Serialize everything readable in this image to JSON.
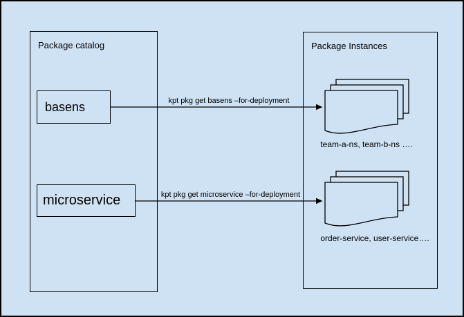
{
  "canvas": {
    "background_color": "#cfe2f3",
    "border_color": "#000000"
  },
  "catalog": {
    "title": "Package catalog",
    "items": [
      {
        "label": "basens"
      },
      {
        "label": "microservice"
      }
    ]
  },
  "instances": {
    "title": "Package Instances",
    "stacks": [
      {
        "caption": "team-a-ns, team-b-ns …."
      },
      {
        "caption": "order-service, user-service…."
      }
    ]
  },
  "arrows": [
    {
      "label": "kpt pkg get basens –for-deployment"
    },
    {
      "label": "kpt pkg get microservice –for-deployment"
    }
  ]
}
